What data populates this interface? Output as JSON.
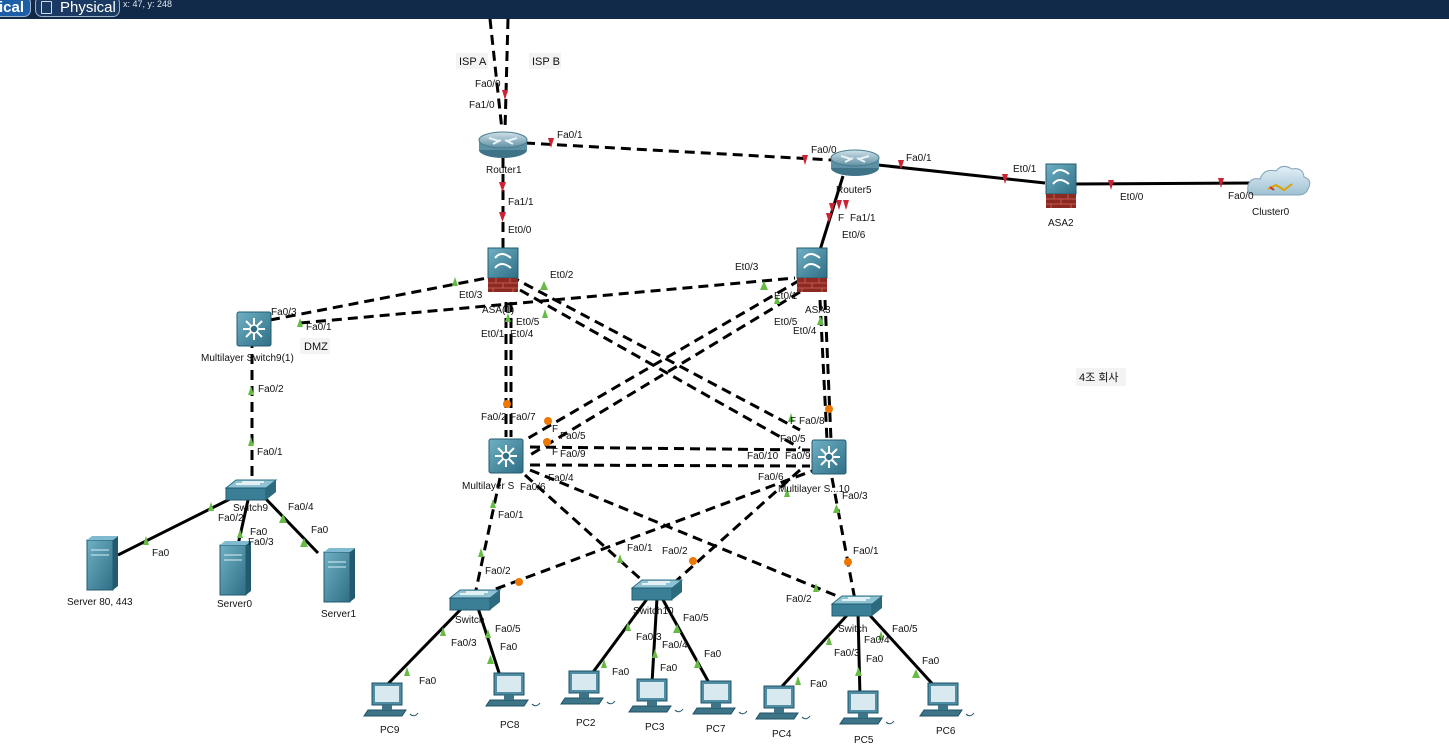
{
  "toolbar": {
    "logical_tab": "ical",
    "physical_tab": "Physical",
    "cursor_coords": "x: 47, y: 248"
  },
  "colors": {
    "toolbar_bg": "#122a4a",
    "link_up": "#66bb44",
    "link_down": "#cc2233",
    "link_pending": "#ee7700"
  },
  "icons": {
    "router": "router-icon",
    "firewall": "firewall-icon",
    "multilayer_switch": "multilayer-switch-icon",
    "switch": "switch-icon",
    "server": "server-icon",
    "pc": "pc-icon",
    "cloud": "cloud-icon"
  },
  "notes": {
    "isp_a": "ISP A",
    "isp_b": "ISP B",
    "dmz": "DMZ",
    "team": "4조 회사"
  },
  "devices": {
    "router1": "Router1",
    "router5": "Router5",
    "asa2": "ASA2",
    "cluster0": "Cluster0",
    "asa1": "ASA(1)",
    "asa3": "ASA3",
    "ms9": "Multilayer Switch9(1)",
    "ms_left": "Multilayer S",
    "ms_right": "Multilayer S...10",
    "switch9": "Switch9",
    "switch_a": "Switch",
    "switch10": "Switch10",
    "switch_c": "Switch",
    "server_web": "Server 80, 443",
    "server0": "Server0",
    "server1": "Server1",
    "pc9": "PC9",
    "pc8": "PC8",
    "pc2": "PC2",
    "pc3": "PC3",
    "pc7": "PC7",
    "pc4": "PC4",
    "pc5": "PC5",
    "pc6": "PC6"
  },
  "ports": {
    "r1_fa00": "Fa0/0",
    "r1_fa10": "Fa1/0",
    "r1_fa01": "Fa0/1",
    "r1_fa11": "Fa1/1",
    "r5_fa00": "Fa0/0",
    "r5_fa01": "Fa0/1",
    "r5_fa11": "Fa1/1",
    "r5_f": "F",
    "asa2_et01": "Et0/1",
    "asa2_et00": "Et0/0",
    "cl_fa00": "Fa0/0",
    "asa1_et00": "Et0/0",
    "asa1_et02": "Et0/2",
    "asa1_et03": "Et0/3",
    "asa1_et05": "Et0/5",
    "asa1_et01": "Et0/1",
    "asa1_et04": "Et0/4",
    "asa3_et06": "Et0/6",
    "asa3_et03": "Et0/3",
    "asa3_et01": "Et0/1",
    "asa3_et05": "Et0/5",
    "asa3_et04": "Et0/4",
    "ms9_fa03": "Fa0/3",
    "ms9_fa01": "Fa0/1",
    "ms9_fa02": "Fa0/2",
    "sw9_fa01": "Fa0/1",
    "sw9_fa02": "Fa0/2",
    "sw9_fa03": "Fa0/3",
    "sw9_fa04": "Fa0/4",
    "srv_fa0": "Fa0",
    "srv0_fa0": "Fa0",
    "srv1_fa0": "Fa0",
    "msl_fa02": "Fa0/2",
    "msl_fa07": "Fa0/7",
    "msl_fa05": "Fa0/5",
    "msl_fa09": "Fa0/9",
    "msl_fa06": "Fa0/6",
    "msl_fa04": "Fa0/4",
    "msl_fa01": "Fa0/1",
    "msl_f1": "F",
    "msl_f2": "F",
    "msr_fa08": "Fa0/8",
    "msr_fa05": "Fa0/5",
    "msr_fa010": "Fa0/10",
    "msr_fa09": "Fa0/9",
    "msr_fa06": "Fa0/6",
    "msr_fa03": "Fa0/3",
    "msr_f": "F",
    "swa_fa02": "Fa0/2",
    "swa_fa03": "Fa0/3",
    "swa_fa05": "Fa0/5",
    "sw10_fa01": "Fa0/1",
    "sw10_fa02": "Fa0/2",
    "sw10_fa05": "Fa0/5",
    "sw10_fa03": "Fa0/3",
    "sw10_fa04": "Fa0/4",
    "swc_fa01": "Fa0/1",
    "swc_fa02": "Fa0/2",
    "swc_fa03": "Fa0/3",
    "swc_fa04": "Fa0/4",
    "swc_fa05": "Fa0/5",
    "pc9_fa0": "Fa0",
    "pc8_fa0": "Fa0",
    "pc2_fa0": "Fa0",
    "pc3_fa0": "Fa0",
    "pc7_fa0": "Fa0",
    "pc4_fa0": "Fa0",
    "pc5_fa0": "Fa0",
    "pc6_fa0": "Fa0"
  }
}
